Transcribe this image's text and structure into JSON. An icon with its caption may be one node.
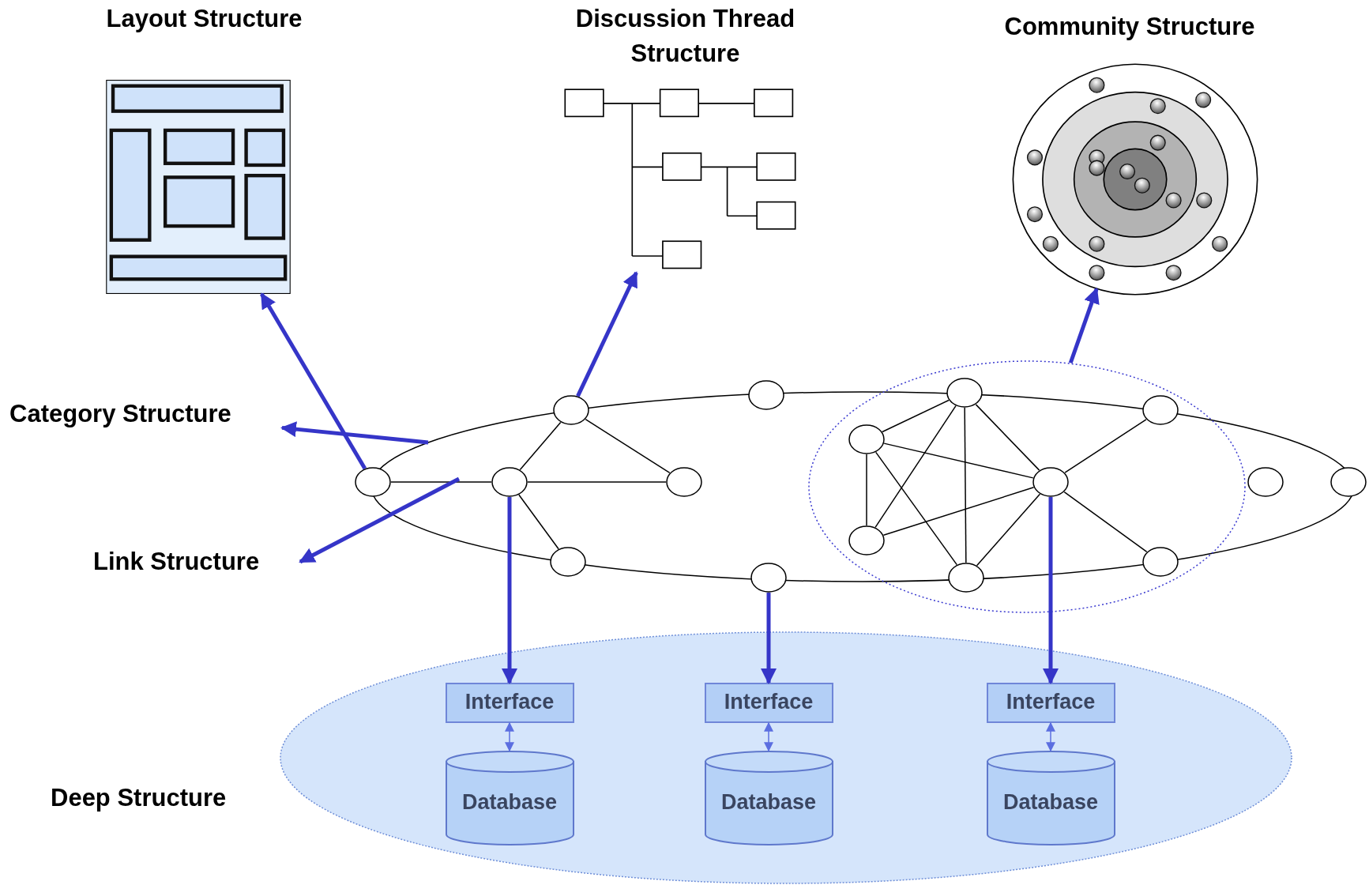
{
  "diagram": {
    "nodes": [
      {
        "text": [
          "Layout Structure"
        ]
      },
      {
        "text": [
          "Discussion Thread Structure"
        ]
      },
      {
        "text": [
          "Community Structure"
        ]
      },
      {
        "text": [
          "Category Structure"
        ]
      },
      {
        "text": [],
        "shape": "ellipse"
      },
      {
        "text": [],
        "shape": "ellipse",
        "in": 4
      },
      {
        "text": [],
        "shape": "ellipse"
      },
      {
        "text": [],
        "shape": "ellipse"
      },
      {
        "text": [],
        "shape": "ellipse",
        "in": 4
      },
      {
        "text": [],
        "shape": "ellipse",
        "in": 4
      },
      {
        "text": [],
        "shape": "ellipse"
      },
      {
        "text": [],
        "shape": "ellipse"
      },
      {
        "text": [],
        "shape": "ellipse"
      },
      {
        "text": [],
        "shape": "ellipse",
        "in": 4
      },
      {
        "text": [],
        "shape": "ellipse"
      },
      {
        "text": [],
        "shape": "ellipse"
      },
      {
        "text": [],
        "shape": "ellipse",
        "in": 4
      },
      {
        "text": [],
        "shape": "ellipse"
      },
      {
        "text": [],
        "shape": "ellipse",
        "in": 4
      },
      {
        "text": [],
        "shape": "ellipse"
      },
      {
        "text": [],
        "shape": "ellipse",
        "in": 4
      },
      {
        "text": [
          "Link Structure"
        ]
      },
      {
        "text": [],
        "shape": "ellipse"
      },
      {
        "text": [
          "Interface"
        ],
        "in": 22
      },
      {
        "text": [
          "Interface"
        ],
        "in": 22
      },
      {
        "text": [
          "Interface"
        ],
        "in": 22
      },
      {
        "text": [
          "Database"
        ],
        "in": 22
      },
      {
        "text": [
          "Database"
        ],
        "in": 22
      },
      {
        "text": [
          "Database"
        ],
        "in": 22
      }
    ],
    "edges": [
      {
        "from": 10,
        "to": 11,
        "arrow": "none"
      },
      {
        "from": 11,
        "to": 7,
        "arrow": "none"
      },
      {
        "from": 7,
        "to": 12,
        "arrow": "none"
      },
      {
        "from": 11,
        "to": 12,
        "arrow": "none"
      },
      {
        "from": 11,
        "to": 17,
        "arrow": "none"
      },
      {
        "from": 5,
        "to": 9,
        "arrow": "none"
      },
      {
        "from": 5,
        "to": 16,
        "arrow": "none"
      },
      {
        "from": 5,
        "to": 20,
        "arrow": "none"
      },
      {
        "from": 5,
        "to": 13,
        "arrow": "none"
      },
      {
        "from": 9,
        "to": 13,
        "arrow": "none"
      },
      {
        "from": 9,
        "to": 16,
        "arrow": "none"
      },
      {
        "from": 9,
        "to": 20,
        "arrow": "none"
      },
      {
        "from": 16,
        "to": 13,
        "arrow": "none"
      },
      {
        "from": 20,
        "to": 13,
        "arrow": "none"
      },
      {
        "from": 13,
        "to": 8,
        "arrow": "none"
      },
      {
        "from": 13,
        "to": 18,
        "arrow": "none"
      },
      {
        "from": 10,
        "to": 0,
        "arrow": "to",
        "style": "thick",
        "color": "#3535c8"
      },
      {
        "from": 7,
        "to": 1,
        "arrow": "to",
        "style": "thick",
        "color": "#3535c8"
      },
      {
        "from": 4,
        "to": 2,
        "arrow": "to",
        "style": "thick",
        "color": "#3535c8"
      },
      {
        "from": null,
        "to": 3,
        "arrow": "to",
        "style": "thick",
        "color": "#3535c8"
      },
      {
        "from": null,
        "to": 21,
        "arrow": "to",
        "style": "thick",
        "color": "#3535c8"
      },
      {
        "from": 11,
        "to": 23,
        "arrow": "to",
        "style": "thick",
        "color": "#3535c8"
      },
      {
        "from": 19,
        "to": 24,
        "arrow": "to",
        "style": "thick",
        "color": "#3535c8"
      },
      {
        "from": 13,
        "to": 25,
        "arrow": "to",
        "style": "thick",
        "color": "#3535c8"
      },
      {
        "from": 23,
        "to": 26,
        "arrow": "both",
        "color": "#5b6ee0"
      },
      {
        "from": 24,
        "to": 27,
        "arrow": "both",
        "color": "#5b6ee0"
      },
      {
        "from": 25,
        "to": 28,
        "arrow": "both",
        "color": "#5b6ee0"
      }
    ],
    "labels": [
      "Deep Structure"
    ]
  }
}
